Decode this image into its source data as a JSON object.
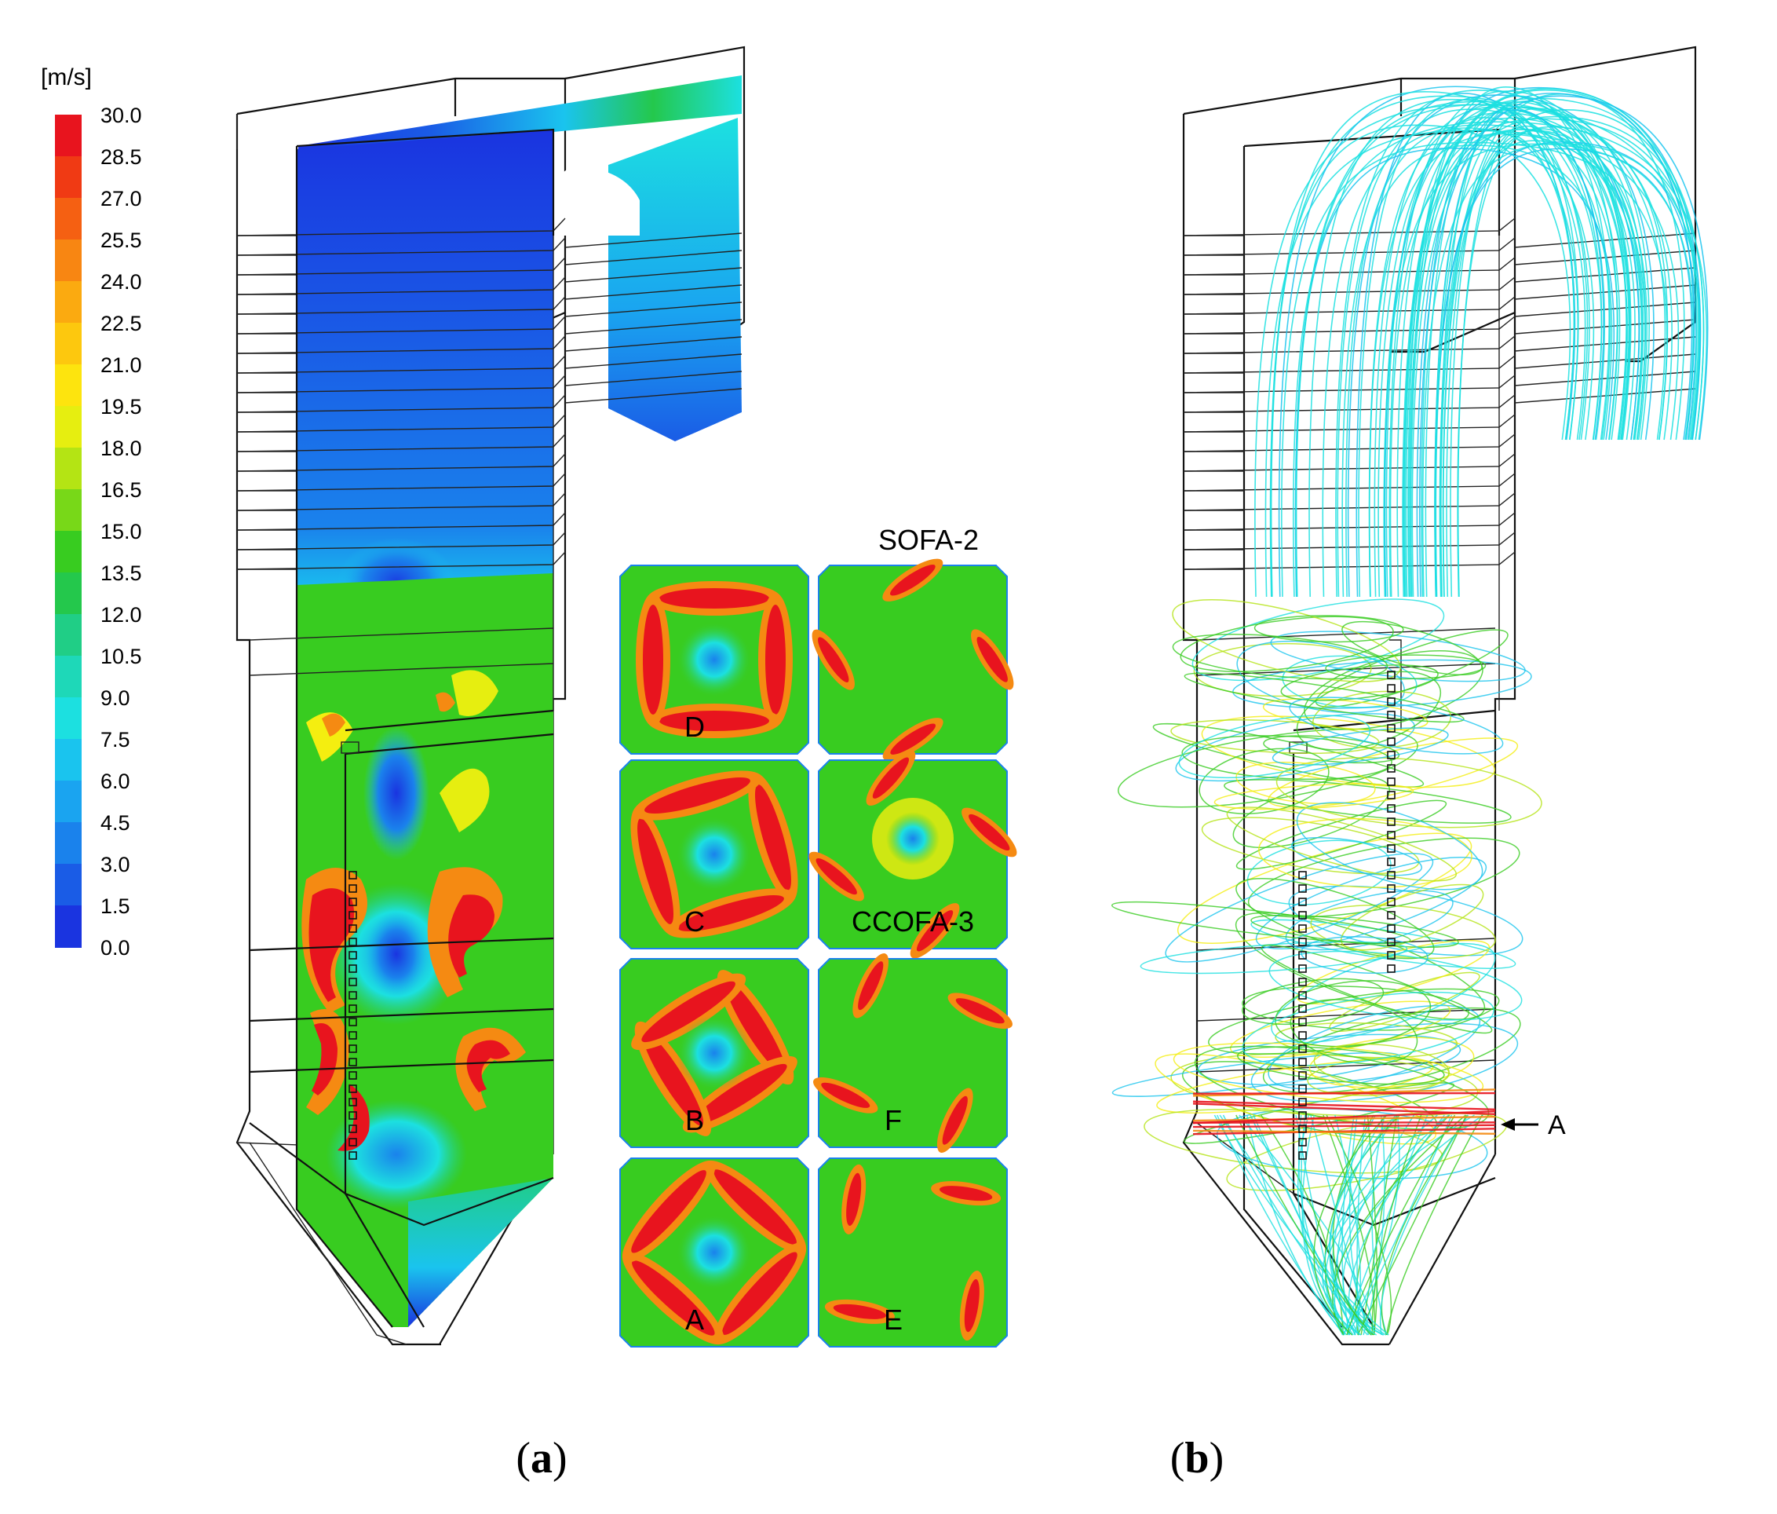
{
  "legend": {
    "unit": "[m/s]",
    "ticks": [
      "30.0",
      "28.5",
      "27.0",
      "25.5",
      "24.0",
      "22.5",
      "21.0",
      "19.5",
      "18.0",
      "16.5",
      "15.0",
      "13.5",
      "12.0",
      "10.5",
      "9.0",
      "7.5",
      "6.0",
      "4.5",
      "3.0",
      "1.5",
      "0.0"
    ],
    "colors": [
      "#e8141e",
      "#f03a14",
      "#f56012",
      "#f88612",
      "#fbaa10",
      "#fdc80e",
      "#fde40e",
      "#e6ee10",
      "#b4e414",
      "#78d818",
      "#38cc20",
      "#24c84c",
      "#20ce86",
      "#1ed8b8",
      "#1ce0e0",
      "#1ac4ee",
      "#1aa4f0",
      "#1a82ec",
      "#1a5ce6",
      "#1a34e0",
      "#1a10de"
    ]
  },
  "panel_a": {
    "caption_open": "(",
    "caption_letter": "a",
    "caption_close": ")"
  },
  "panel_b": {
    "caption_open": "(",
    "caption_letter": "b",
    "caption_close": ")",
    "arrow_label": "A"
  },
  "sections": [
    {
      "label": "D"
    },
    {
      "label": "",
      "title": "SOFA-2"
    },
    {
      "label": "C"
    },
    {
      "label": "CCOFA-3"
    },
    {
      "label": "B"
    },
    {
      "label": "F"
    },
    {
      "label": "A"
    },
    {
      "label": "E"
    }
  ],
  "colors": {
    "red": "#e8141e",
    "orange": "#f58a12",
    "yellow": "#f4ee10",
    "green": "#38cc20",
    "cyan": "#1ce0e0",
    "blue": "#1a5ce6",
    "deep_blue": "#1a10de"
  }
}
